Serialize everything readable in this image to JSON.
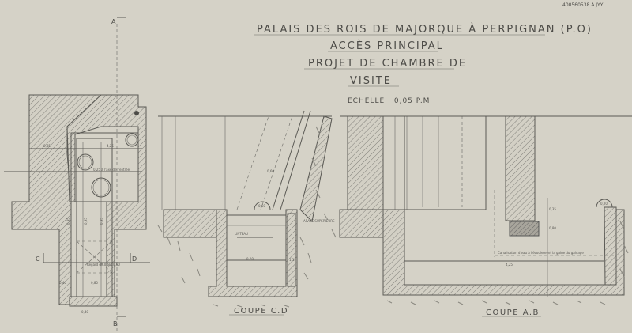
{
  "archive_ref": "400560538 A JYY",
  "title": {
    "line1": "PALAIS DES ROIS DE MAJORQUE À PERPIGNAN (P.O)",
    "line2": "ACCÈS PRINCIPAL",
    "line3": "PROJET DE CHAMBRE DE",
    "line4": "VISITE",
    "scale": "ECHELLE : 0,05 P.M"
  },
  "plan": {
    "marker_top": "A",
    "marker_bottom": "B",
    "marker_left": "C",
    "marker_right": "D",
    "dims": [
      "0,85",
      "4,25",
      "0,40",
      "0,40",
      "0,80",
      "0,95",
      "0,95",
      "0,95"
    ],
    "notes": [
      "Regard de 0,60x0,60",
      "0,25 à l'axe de l'entrée"
    ]
  },
  "section_cd": {
    "label": "COUPE C.D",
    "lintel": "LINTEAU",
    "note": "ARASE SUPÉRIEURE",
    "dims": [
      "0,60",
      "0,20",
      "0,60",
      "1,15"
    ]
  },
  "section_ab": {
    "label": "COUPE A.B",
    "note": "Canalisation d'eau à l'écoulement la gaine du gainage",
    "dims": [
      "4,25",
      "0,80",
      "0,35",
      "0,20"
    ]
  }
}
